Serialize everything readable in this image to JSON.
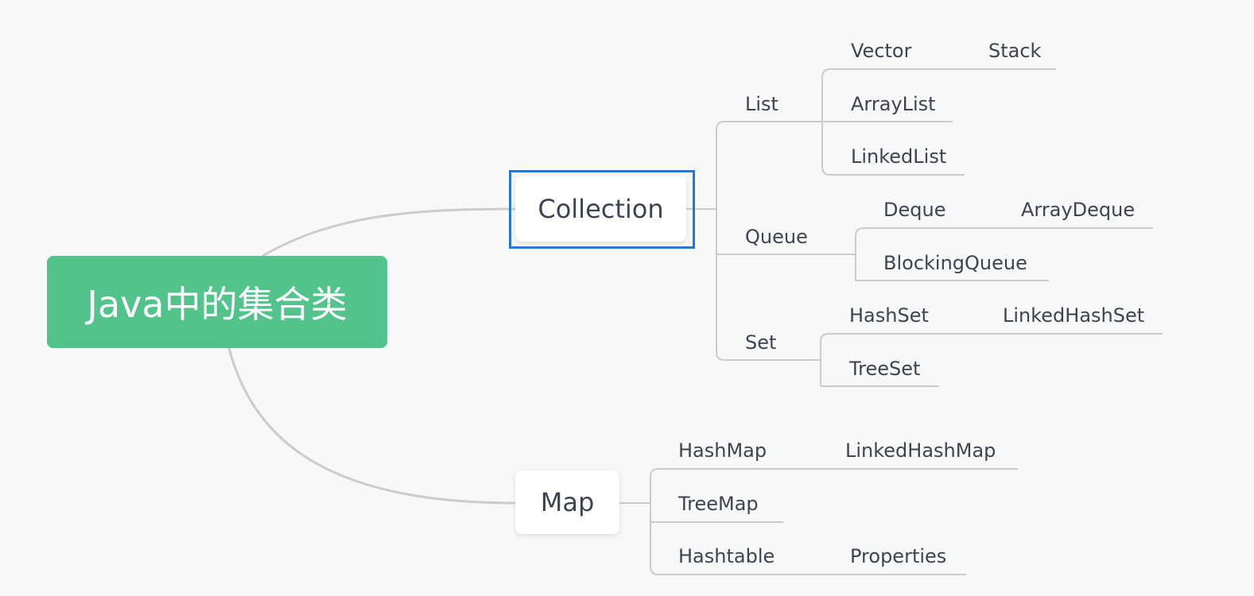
{
  "root": {
    "label": "Java中的集合类"
  },
  "collection": {
    "label": "Collection",
    "list": {
      "label": "List",
      "vector": "Vector",
      "stack": "Stack",
      "arraylist": "ArrayList",
      "linkedlist": "LinkedList"
    },
    "queue": {
      "label": "Queue",
      "deque": "Deque",
      "arraydeque": "ArrayDeque",
      "blockingqueue": "BlockingQueue"
    },
    "set": {
      "label": "Set",
      "hashset": "HashSet",
      "linkedhashset": "LinkedHashSet",
      "treeset": "TreeSet"
    }
  },
  "map": {
    "label": "Map",
    "hashmap": "HashMap",
    "linkedhashmap": "LinkedHashMap",
    "treemap": "TreeMap",
    "hashtable": "Hashtable",
    "properties": "Properties"
  },
  "colors": {
    "root_fill": "#52c48b",
    "line": "#cccccc",
    "selection": "#1e7bd6",
    "text": "#3d4450",
    "background": "#f8f8f8"
  }
}
